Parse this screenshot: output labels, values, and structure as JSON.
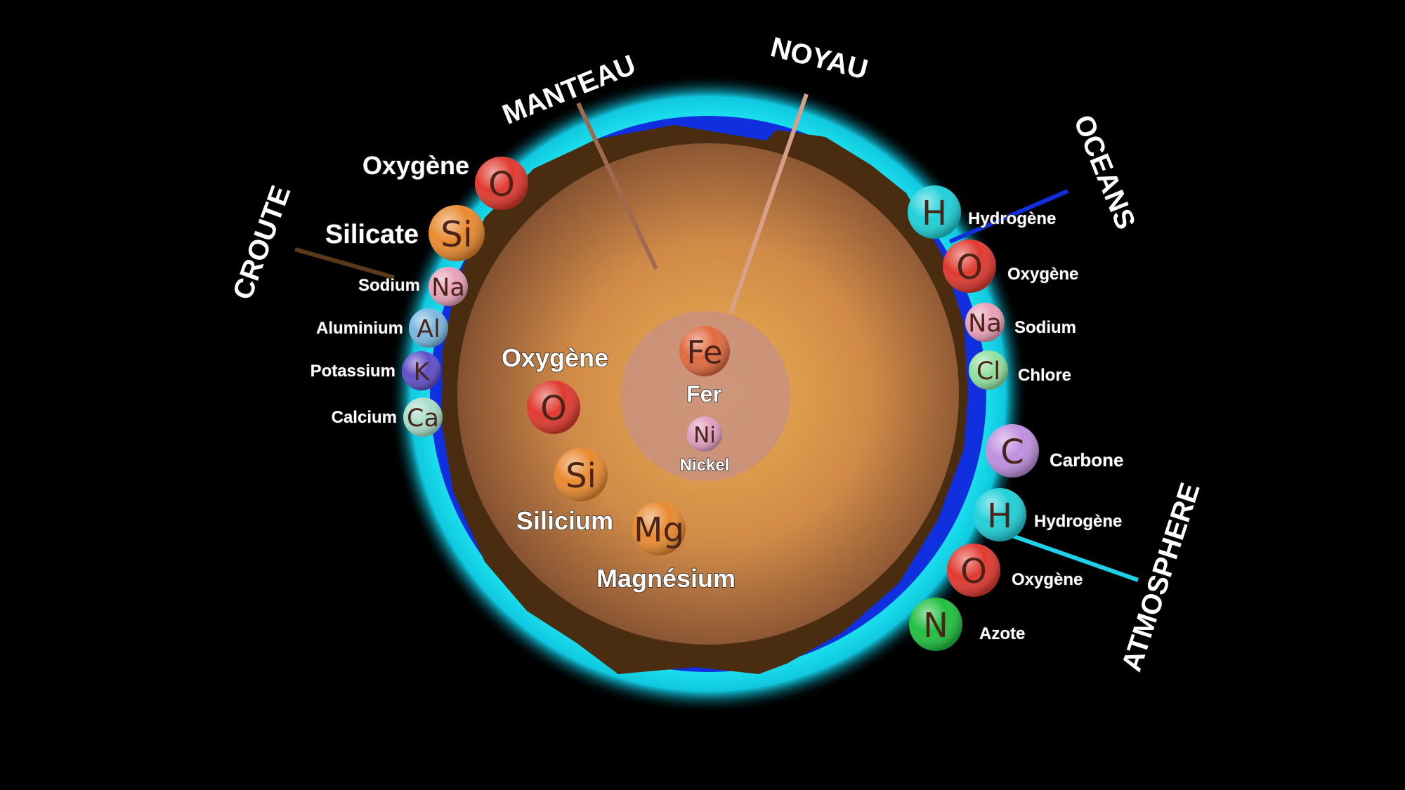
{
  "titles": {
    "croute": "CROUTE",
    "manteau": "MANTEAU",
    "noyau": "NOYAU",
    "oceans": "OCEANS",
    "atmosphere": "ATMOSPHERE"
  },
  "colors": {
    "glow": "#1ee6f0",
    "ocean": "#1030e0",
    "crust": "#4a2c10",
    "mantle_center": "#e8a548",
    "mantle_edge": "#7a4a2a",
    "core": "#c89080"
  },
  "croute": [
    {
      "symbol": "O",
      "label": "Oxygène",
      "color": "#e03a30"
    },
    {
      "symbol": "Si",
      "label": "Silicate",
      "color": "#e88a30"
    },
    {
      "symbol": "Na",
      "label": "Sodium",
      "color": "#e8a0b8"
    },
    {
      "symbol": "Al",
      "label": "Aluminium",
      "color": "#7ab8e0"
    },
    {
      "symbol": "K",
      "label": "Potassium",
      "color": "#6050c8"
    },
    {
      "symbol": "Ca",
      "label": "Calcium",
      "color": "#a8dcc8"
    }
  ],
  "manteau": [
    {
      "symbol": "O",
      "label": "Oxygène",
      "color": "#e03a30"
    },
    {
      "symbol": "Si",
      "label": "Silicium",
      "color": "#e88a30"
    },
    {
      "symbol": "Mg",
      "label": "Magnésium",
      "color": "#e88a30"
    }
  ],
  "noyau": [
    {
      "symbol": "Fe",
      "label": "Fer",
      "color": "#e06a40"
    },
    {
      "symbol": "Ni",
      "label": "Nickel",
      "color": "#e0a0c0"
    }
  ],
  "oceans": [
    {
      "symbol": "H",
      "label": "Hydrogène",
      "color": "#20d0d8"
    },
    {
      "symbol": "O",
      "label": "Oxygène",
      "color": "#e03a30"
    },
    {
      "symbol": "Na",
      "label": "Sodium",
      "color": "#e8a0b8"
    },
    {
      "symbol": "Cl",
      "label": "Chlore",
      "color": "#90e0a0"
    }
  ],
  "atmosphere": [
    {
      "symbol": "C",
      "label": "Carbone",
      "color": "#c090e0"
    },
    {
      "symbol": "H",
      "label": "Hydrogène",
      "color": "#20d0d8"
    },
    {
      "symbol": "O",
      "label": "Oxygène",
      "color": "#e03a30"
    },
    {
      "symbol": "N",
      "label": "Azote",
      "color": "#20c040"
    }
  ]
}
